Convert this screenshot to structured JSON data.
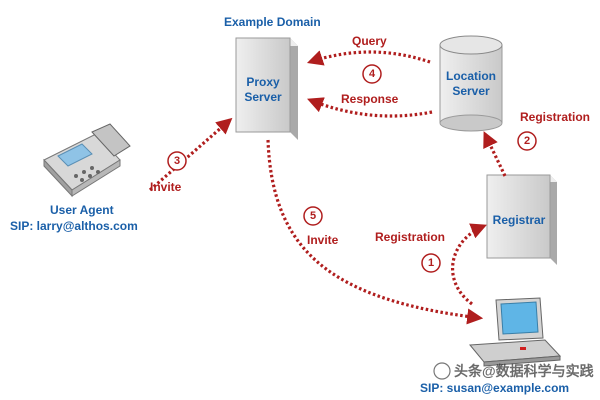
{
  "domain_title": "Example Domain",
  "nodes": {
    "proxy_server": {
      "line1": "Proxy",
      "line2": "Server"
    },
    "location_server": {
      "line1": "Location",
      "line2": "Server"
    },
    "registrar": {
      "label": "Registrar"
    },
    "user_agent": {
      "line1": "User Agent",
      "line2": "SIP: larry@althos.com"
    },
    "laptop_user": {
      "line2": "SIP: susan@example.com"
    }
  },
  "flows": {
    "query": "Query",
    "response": "Response",
    "registration_to_location": "Registration",
    "registration_to_registrar": "Registration",
    "invite_from_user_agent": "Invite",
    "invite_to_laptop": "Invite"
  },
  "steps": {
    "s1": "1",
    "s2": "2",
    "s3": "3",
    "s4": "4",
    "s5": "5"
  },
  "watermark": "头条@数据科学与实践",
  "colors": {
    "arrow": "#b01e1e",
    "title_text": "#1a5fa8",
    "server_gray": "#d7d7d7"
  }
}
